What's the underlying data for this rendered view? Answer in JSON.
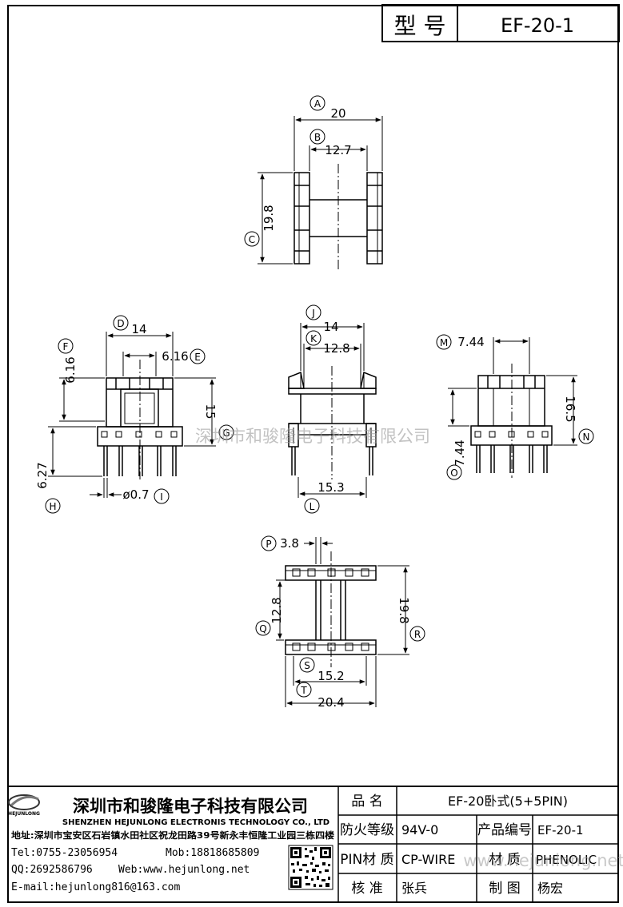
{
  "header": {
    "model_label": "型 号",
    "model_value": "EF-20-1"
  },
  "dims": {
    "A": "20",
    "B": "12.7",
    "C": "19.8",
    "D": "14",
    "E": "6.16",
    "F": "6.16",
    "G": "15",
    "H": "6.27",
    "I": "ø0.7",
    "J": "14",
    "K": "12.8",
    "L": "15.3",
    "M": "7.44",
    "N": "16.5",
    "O": "7.44",
    "P": "3.8",
    "Q": "12.8",
    "R": "19.8",
    "S": "15.2",
    "T": "20.4"
  },
  "watermark": "深圳市和骏隆电子科技有限公司",
  "watermark_url": "www.hejunlong.net",
  "company": {
    "logo_text": "HEJUNLONG",
    "name_cn": "深圳市和骏隆电子科技有限公司",
    "name_en": "SHENZHEN HEJUNLONG ELECTRONIS TECHNOLOGY CO., LTD",
    "address": "地址:深圳市宝安区石岩镇水田社区祝龙田路39号新永丰恒隆工业园三栋四楼",
    "tel": "Tel:0755-23056954",
    "mob": "Mob:18818685809",
    "qq": "QQ:2692586796",
    "web": "Web:www.hejunlong.net",
    "email": "E-mail:hejunlong816@163.com"
  },
  "table": {
    "name_label": "品 名",
    "name_value": "EF-20卧式(5+5PIN)",
    "fire_label": "防火等级",
    "fire_value": "94V-0",
    "code_label": "产品编号",
    "code_value": "EF-20-1",
    "pin_label": "PIN材 质",
    "pin_value": "CP-WIRE",
    "mat_label": "材 质",
    "mat_value": "PHENOLIC",
    "check_label": "核 准",
    "check_value": "张兵",
    "draw_label": "制 图",
    "draw_value": "杨宏"
  }
}
